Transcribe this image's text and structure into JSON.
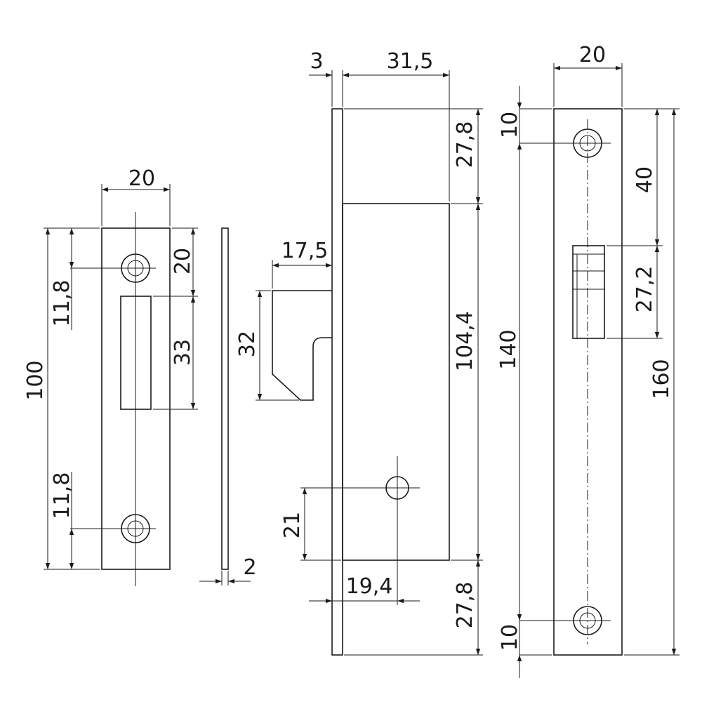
{
  "colors": {
    "line": "#1a1a1a",
    "background": "#ffffff"
  },
  "strike_plate": {
    "width": "20",
    "height": "100",
    "top_to_slot": "20",
    "slot_height": "33",
    "top_hole_offset": "11,8",
    "bottom_hole_offset": "11,8"
  },
  "side_profile": {
    "thickness": "2"
  },
  "lock_body": {
    "faceplate_thickness": "3",
    "case_depth": "31,5",
    "latch_projection": "17,5",
    "latch_height": "32",
    "top_offset": "27,8",
    "case_height": "104,4",
    "bottom_offset": "27,8",
    "follower_height": "21",
    "follower_backset": "19,4"
  },
  "faceplate": {
    "width": "20",
    "top_hole_offset": "10",
    "bottom_hole_offset": "10",
    "hole_spacing": "140",
    "total_height": "160",
    "top_to_latch": "40",
    "latch_opening": "27,2"
  }
}
